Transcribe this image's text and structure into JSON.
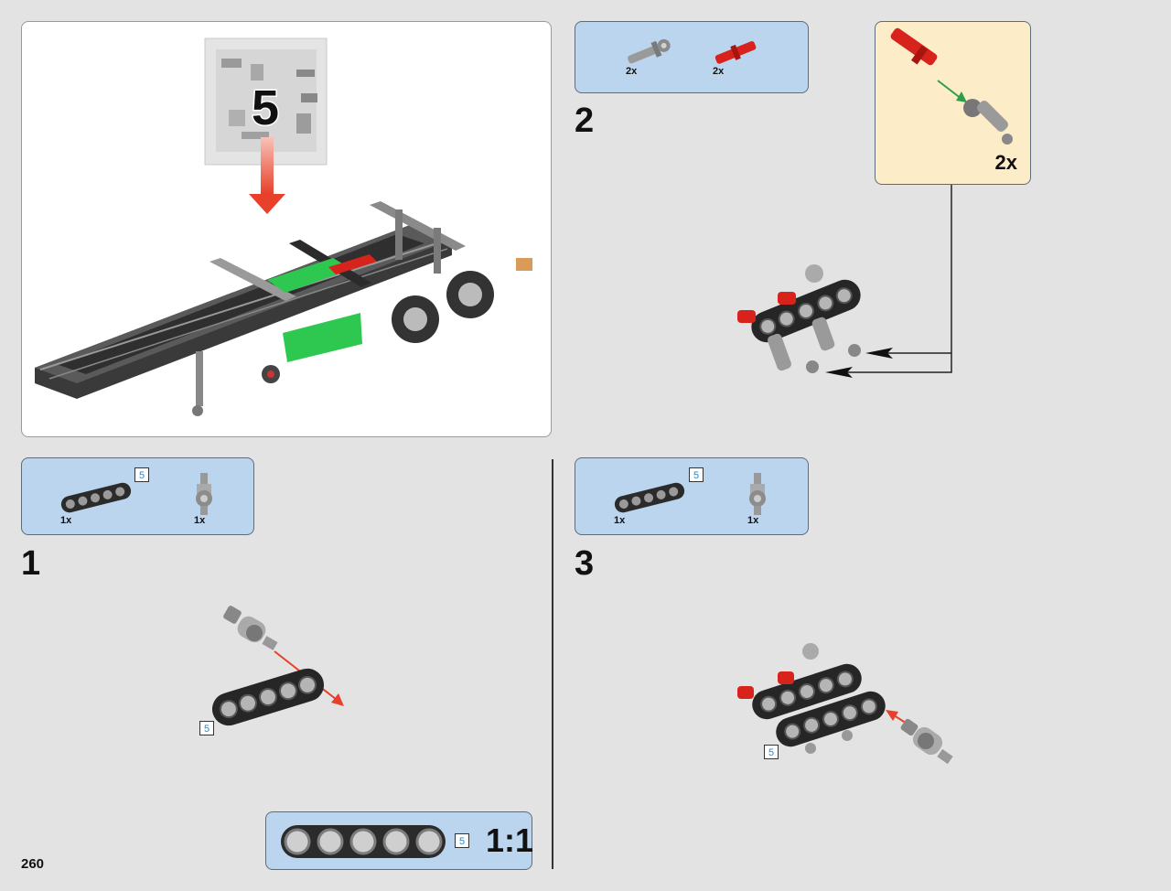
{
  "page": {
    "number": "260"
  },
  "overview": {
    "bag_number": "5"
  },
  "step1": {
    "number": "1",
    "parts": [
      {
        "qty": "1x",
        "tag": "5",
        "icon": "beam-5-icon"
      },
      {
        "qty": "1x",
        "icon": "connector-icon"
      }
    ],
    "callout_tag": "5"
  },
  "step2": {
    "number": "2",
    "parts": [
      {
        "qty": "2x",
        "icon": "grey-pin-icon"
      },
      {
        "qty": "2x",
        "icon": "red-pin-icon"
      }
    ],
    "subassembly_qty": "2x"
  },
  "step3": {
    "number": "3",
    "parts": [
      {
        "qty": "1x",
        "tag": "5",
        "icon": "beam-5-icon"
      },
      {
        "qty": "1x",
        "icon": "connector-icon"
      }
    ],
    "callout_tag": "5"
  },
  "scale_box": {
    "tag": "5",
    "ratio": "1:1"
  },
  "colors": {
    "parts_panel": "#bcd5ee",
    "subassembly_panel": "#fdecc8",
    "arrow_red": "#e8402a",
    "arrow_green": "#2f9e4a",
    "highlight_green": "#2ec850",
    "red_pin": "#d8231c"
  }
}
